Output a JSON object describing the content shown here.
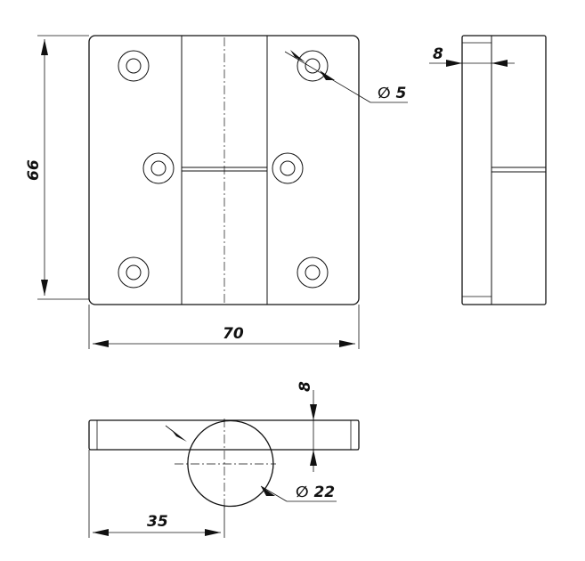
{
  "dimensions": {
    "height": "66",
    "width": "70",
    "side_thickness": "8",
    "hole_diameter": "∅ 5",
    "bottom_thickness": "8",
    "knuckle_diameter": "∅ 22",
    "half_width": "35"
  },
  "colors": {
    "line": "#111111",
    "background": "#ffffff"
  }
}
